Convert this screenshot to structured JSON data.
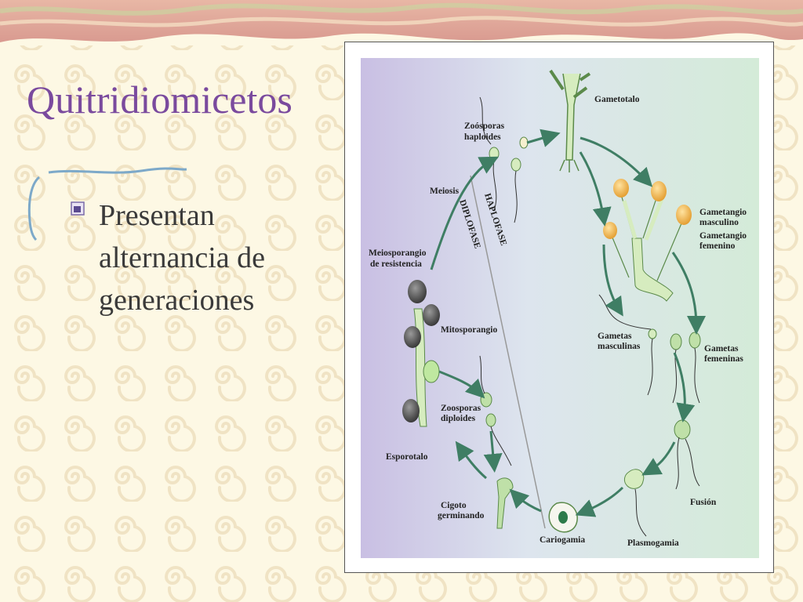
{
  "slide": {
    "title": "Quitridiomicetos",
    "bullet_lines": [
      "Presentan",
      "alternancia de",
      "generaciones"
    ]
  },
  "figure": {
    "labels": {
      "gametotalo": "Gametotalo",
      "zoosporas_haploides": [
        "Zoósporas",
        "haploides"
      ],
      "meiosis": "Meiosis",
      "haplofase": "HAPLOFASE",
      "diplofase": "DIPLOFASE",
      "meiosporangio": [
        "Meiosporangio",
        "de resistencia"
      ],
      "mitosporangio": "Mitosporangio",
      "zoosporas_diploides": [
        "Zoosporas",
        "diploides"
      ],
      "esporotalo": "Esporotalo",
      "cigoto": [
        "Cigoto",
        "germinando"
      ],
      "cariogamia": "Cariogamia",
      "plasmogamia": "Plasmogamia",
      "fusion": "Fusión",
      "gametas_masculinas": [
        "Gametas",
        "masculinas"
      ],
      "gametas_femeninas": [
        "Gametas",
        "femeninas"
      ],
      "gametangio_masculino": [
        "Gametangio",
        "masculino"
      ],
      "gametangio_femenino": [
        "Gametangio",
        "femenino"
      ]
    },
    "colors": {
      "haploid_bg": "#d4ebd8",
      "diploid_bg": "#c9bfe3",
      "arrow": "#3f7e64",
      "thallus": "#d6ecbf",
      "gametangium": "#f2b346",
      "sporangium": "#555555"
    }
  }
}
